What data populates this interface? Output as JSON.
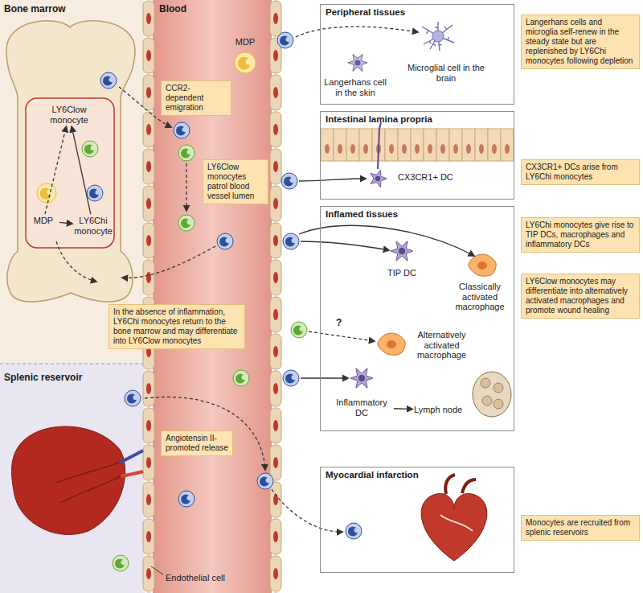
{
  "diagram": {
    "nodes": [
      {
        "text": [
          "Peripheral tissues"
        ]
      },
      {
        "text": [
          "Microglial cell in the brain"
        ],
        "in": 0
      },
      {
        "text": [
          "Langerhans cell in the skin"
        ],
        "in": 0
      },
      {
        "text": [
          "Langerhans cells and microglia self-renew in the steady state but are replenished by LY6Chi monocytes following depletion"
        ]
      },
      {
        "text": [
          "Intestinal lamina propria"
        ]
      },
      {
        "text": [
          "CX3CR1+ DC"
        ],
        "in": 4
      },
      {
        "text": [
          "CX3CR1+ DCs arise from LY6Chi monocytes"
        ]
      },
      {
        "text": [
          "Inflamed tissues"
        ]
      },
      {
        "text": [
          "TIP DC"
        ],
        "in": 7
      },
      {
        "text": [
          "Classically activated macrophage"
        ],
        "in": 7
      },
      {
        "text": [
          "Alternatively activated macrophage"
        ],
        "in": 7
      },
      {
        "text": [
          "Inflammatory DC"
        ],
        "in": 7
      },
      {
        "text": [
          "Lymph node"
        ],
        "in": 7
      },
      {
        "text": [
          "LY6Chi monocytes give rise to TIP DCs, macrophages and inflammatory DCs"
        ]
      },
      {
        "text": [
          "LY6Clow monocytes may differentiate into alternatively activated macrophages and promote wound healing"
        ]
      },
      {
        "text": [
          "Myocardial infarction"
        ]
      },
      {
        "text": [
          "Monocytes are recruited from splenic reservoirs"
        ]
      },
      {
        "text": [
          "LY6Clow monocyte"
        ]
      },
      {
        "text": [
          "LY6Chi monocyte"
        ]
      },
      {
        "text": [
          "MDP"
        ]
      },
      {
        "text": [
          "MDP"
        ]
      },
      {
        "text": [
          "CCR2-dependent emigration"
        ]
      },
      {
        "text": [
          "LY6Clow monocytes patrol blood vessel lumen"
        ]
      },
      {
        "text": [
          "In the absence of inflammation, LY6Chi monocytes return to the bone marrow and may differentiate into LY6Clow monocytes"
        ]
      },
      {
        "text": [
          "Angiotensin II-promoted release"
        ]
      }
    ],
    "edges": [
      {
        "from": 19,
        "to": 18,
        "arrow": "to"
      },
      {
        "from": 18,
        "to": 17,
        "arrow": "to"
      },
      {
        "from": 19,
        "to": 17,
        "arrow": "to"
      },
      {
        "from": 11,
        "to": 12,
        "arrow": "to"
      }
    ],
    "labels": [
      "Bone marrow",
      "Blood",
      "Splenic reservoir",
      "Endothelial cell",
      "?"
    ]
  }
}
